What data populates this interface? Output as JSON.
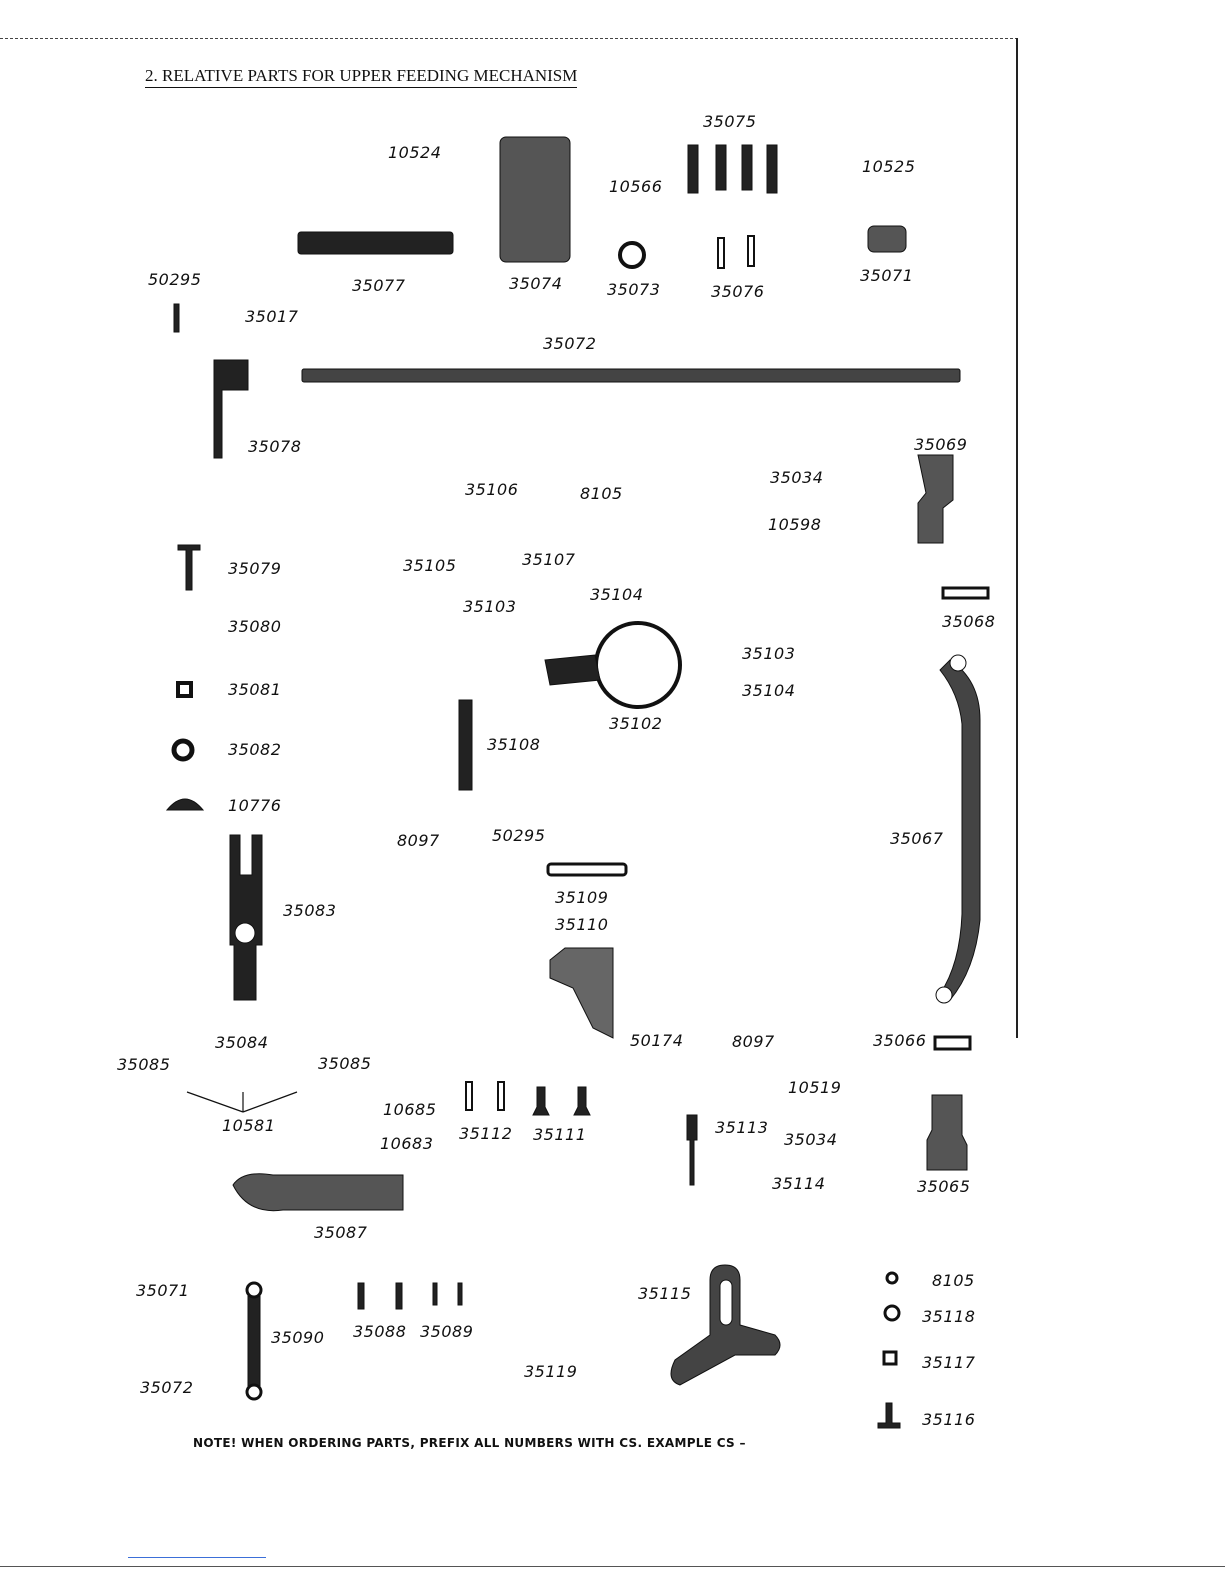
{
  "title": "2. RELATIVE PARTS FOR UPPER FEEDING MECHANISM",
  "labels": [
    "10524",
    "35075",
    "10566",
    "10525",
    "50295",
    "35077",
    "35074",
    "35073",
    "35076",
    "35071",
    "35017",
    "35072",
    "35078",
    "35069",
    "35034",
    "35106",
    "8105",
    "10598",
    "35105",
    "35107",
    "35079",
    "35103",
    "35104",
    "35068",
    "35080",
    "35103",
    "35081",
    "35104",
    "35102",
    "35108",
    "35082",
    "10776",
    "8097",
    "50295",
    "35067",
    "35109",
    "35083",
    "35110",
    "50174",
    "8097",
    "35066",
    "35084",
    "35085",
    "35085",
    "10519",
    "10685",
    "35112",
    "35111",
    "10581",
    "35113",
    "35034",
    "10683",
    "35114",
    "35065",
    "35087",
    "35071",
    "35115",
    "8105",
    "35118",
    "35090",
    "35088",
    "35089",
    "35117",
    "35119",
    "35072",
    "35116"
  ],
  "note": "NOTE! WHEN ORDERING PARTS, PREFIX ALL NUMBERS WITH CS. EXAMPLE CS –"
}
